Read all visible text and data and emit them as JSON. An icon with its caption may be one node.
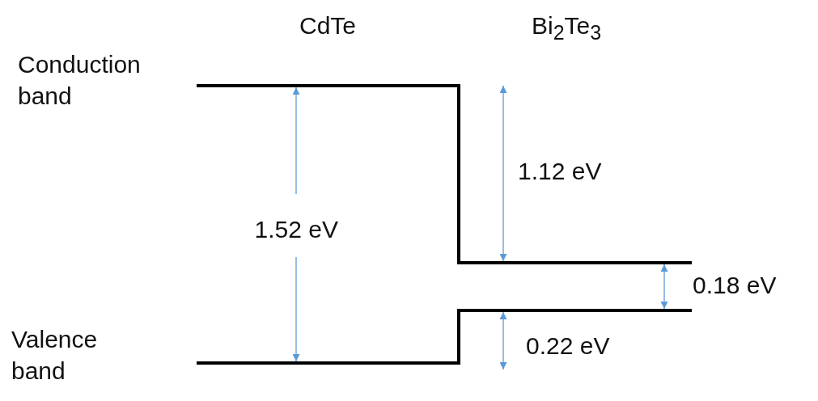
{
  "diagram": {
    "labels": [
      "CdTe",
      "Bi$_{2}$Te$_{3}$",
      "Conduction band",
      "1.12 eV",
      "1.52 eV",
      "0.18 eV",
      "Valence band",
      "0.22 eV"
    ]
  }
}
